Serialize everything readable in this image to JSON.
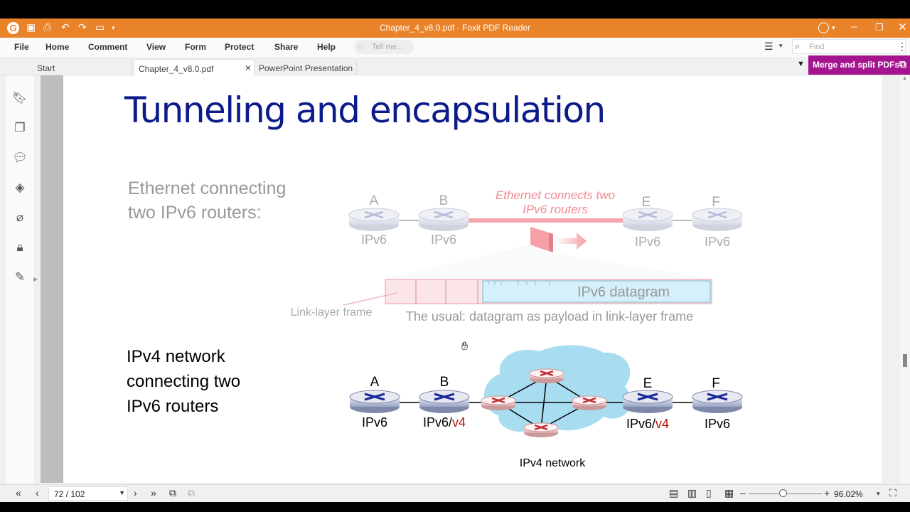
{
  "app": {
    "title": "Chapter_4_v8.0.pdf - Foxit PDF Reader"
  },
  "menu": [
    "File",
    "Home",
    "Comment",
    "View",
    "Form",
    "Protect",
    "Share",
    "Help"
  ],
  "search": {
    "tell_me_placeholder": "Tell me...",
    "find_placeholder": "Find"
  },
  "tabs": [
    {
      "label": "Start",
      "active": false
    },
    {
      "label": "Chapter_4_v8.0.pdf",
      "active": true,
      "close": "×"
    },
    {
      "label": "PowerPoint Presentation",
      "active": false
    }
  ],
  "merge_button": "Merge and split PDFs",
  "sidebar_icons": [
    "bookmark-icon",
    "pages-icon",
    "comment-icon",
    "layers-icon",
    "attachment-icon",
    "security-icon",
    "signature-icon"
  ],
  "slide": {
    "title": "Tunneling and encapsulation",
    "section1": {
      "label_line1": "Ethernet connecting",
      "label_line2": "two IPv6 routers:",
      "router_names": [
        "A",
        "B",
        "E",
        "F"
      ],
      "router_proto": [
        "IPv6",
        "IPv6",
        "IPv6",
        "IPv6"
      ],
      "link_label_line1": "Ethernet connects two",
      "link_label_line2": "IPv6 routers",
      "frame_label": "Link-layer frame",
      "datagram_label": "IPv6 datagram",
      "caption": "The usual: datagram as payload in link-layer frame"
    },
    "section2": {
      "label_line1": "IPv4 network",
      "label_line2": "connecting two",
      "label_line3": "IPv6 routers",
      "router_names": [
        "A",
        "B",
        "E",
        "F"
      ],
      "proto_a": "IPv6",
      "proto_b_main": "IPv6/",
      "proto_b_v4": "v4",
      "proto_e_main": "IPv6/",
      "proto_e_v4": "v4",
      "proto_f": "IPv6",
      "network_label": "IPv4 network"
    }
  },
  "status": {
    "page_indicator": "72 / 102",
    "zoom": "96.02%"
  },
  "colors": {
    "titlebar": "#e8832a",
    "merge": "#a4148f",
    "slide_title": "#0c1a8a",
    "ipv4_red": "#b01010",
    "cloud": "#a8dcf0"
  }
}
